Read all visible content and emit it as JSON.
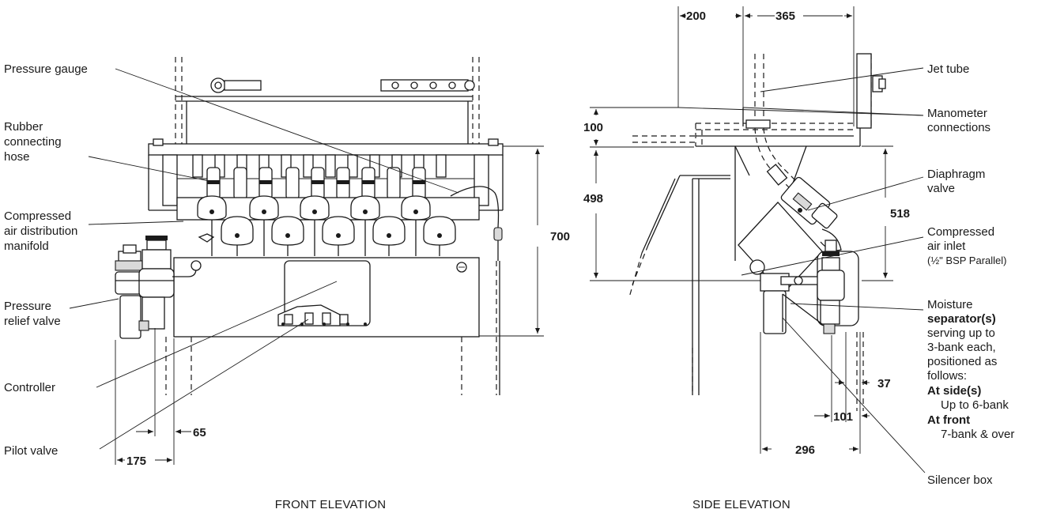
{
  "front": {
    "caption": "FRONT ELEVATION",
    "labels": {
      "pressure_gauge": "Pressure gauge",
      "rubber_hose": [
        "Rubber",
        "connecting",
        "hose"
      ],
      "manifold": [
        "Compressed",
        "air distribution",
        "manifold"
      ],
      "relief_valve": [
        "Pressure",
        "relief valve"
      ],
      "controller": "Controller",
      "pilot_valve": "Pilot valve"
    },
    "dims": {
      "d700": "700",
      "d65": "65",
      "d175": "175"
    }
  },
  "side": {
    "caption": "SIDE ELEVATION",
    "labels": {
      "jet_tube": "Jet tube",
      "manometer": [
        "Manometer",
        "connections"
      ],
      "diaphragm": [
        "Diaphragm",
        "valve"
      ],
      "air_inlet": [
        "Compressed",
        "air inlet"
      ],
      "air_inlet_note": "(½\" BSP Parallel)",
      "moisture_bold": [
        "Moisture",
        "separator(s)"
      ],
      "moisture_text": [
        "serving up to",
        "3-bank each,",
        "positioned as",
        "follows:"
      ],
      "at_sides": "At side(s)",
      "at_sides_note": "Up to 6-bank",
      "at_front": "At front",
      "at_front_note": "7-bank & over",
      "silencer": "Silencer box"
    },
    "dims": {
      "d200": "200",
      "d365": "365",
      "d100": "100",
      "d498": "498",
      "d518": "518",
      "d37": "37",
      "d101": "101",
      "d296": "296"
    }
  }
}
